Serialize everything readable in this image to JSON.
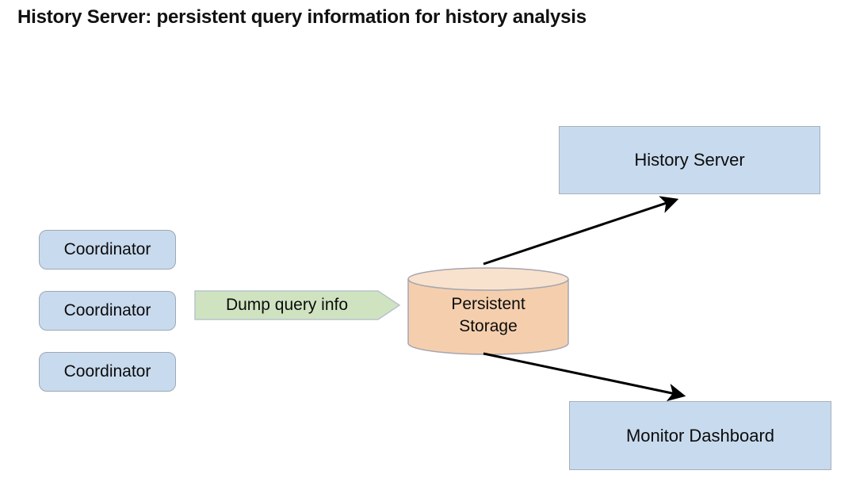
{
  "title": "History Server: persistent query information for history analysis",
  "diagram": {
    "coordinators": [
      {
        "label": "Coordinator"
      },
      {
        "label": "Coordinator"
      },
      {
        "label": "Coordinator"
      }
    ],
    "dump_arrow": {
      "label": "Dump query info"
    },
    "storage": {
      "label": "Persistent Storage"
    },
    "history_server": {
      "label": "History Server"
    },
    "monitor_dashboard": {
      "label": "Monitor Dashboard"
    }
  },
  "colors": {
    "node_fill": "#c8daee",
    "node_border": "#9fa7b4",
    "dump_arrow_fill": "#cfe3c0",
    "dump_arrow_border": "#b7c3cd",
    "cylinder_body_fill": "#f5cfad",
    "cylinder_top_fill": "#f9e2cd",
    "cylinder_border": "#a6a6b0",
    "connector": "#000000",
    "title_color": "#111111",
    "background": "#ffffff"
  }
}
